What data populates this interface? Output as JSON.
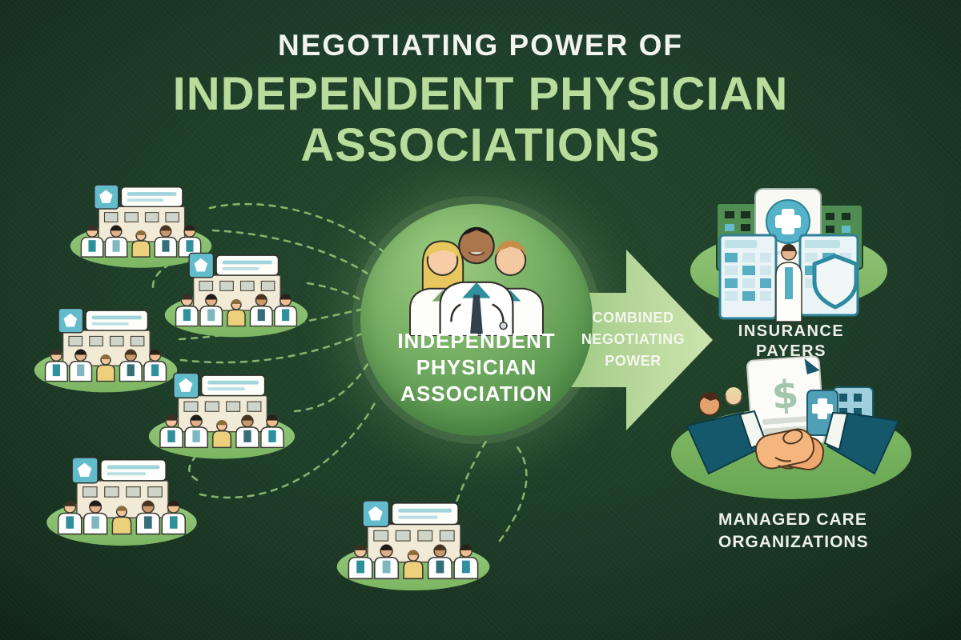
{
  "title": {
    "line1": "NEGOTIATING POWER OF",
    "line2": "INDEPENDENT PHYSICIAN",
    "line3": "ASSOCIATIONS"
  },
  "center_circle": {
    "line1": "INDEPENDENT",
    "line2": "PHYSICIAN",
    "line3": "ASSOCIATION",
    "icon": "three-physicians-icon"
  },
  "arrow": {
    "line1": "COMBINED",
    "line2": "NEGOTIATING",
    "line3": "POWER"
  },
  "insurance": {
    "line1": "INSURANCE",
    "line2": "PAYERS",
    "icon": "insurance-buildings-shield-icon"
  },
  "managed_care": {
    "line1": "MANAGED CARE",
    "line2": "ORGANIZATIONS",
    "icon": "handshake-contract-icon"
  },
  "clusters": {
    "count": 6,
    "icon": "clinic-with-physicians-icon"
  },
  "icons": {
    "dollar_sign": "$"
  },
  "colors": {
    "background": "#1e3f29",
    "title_primary": "#f2f4ec",
    "title_accent": "#b9db9b",
    "oval_green": "#8cc171",
    "circle_green": "#5f9c52",
    "arrow_green": "#b8d89b",
    "dashed_line": "#8fbf74",
    "teal": "#56b2c4",
    "label_text": "#edf0e6"
  }
}
